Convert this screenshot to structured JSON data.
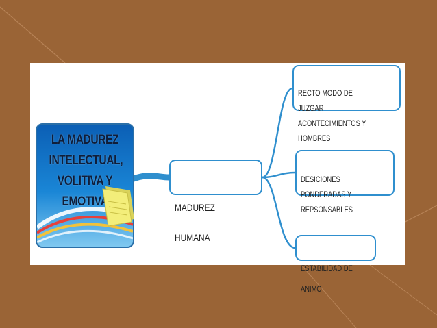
{
  "main_topic": {
    "label": "LA MADUREZ\nINTELECTUAL,\nVOLITIVA Y\nEMOTIVA"
  },
  "central_topic": {
    "label": "MADUREZ HUMANA"
  },
  "subtopics": [
    {
      "label": "RECTO MODO DE JUZGAR\nACONTECIMIENTOS Y HOMBRES"
    },
    {
      "label": "DESICIONES PONDERADAS Y\nREPSONSABLES"
    },
    {
      "label": "ESTABILIDAD DE ANIMO"
    }
  ],
  "icons": {
    "main_topic_attachment": "sticky-note-icon"
  },
  "colors": {
    "background": "#9a6436",
    "panel": "#ffffff",
    "node_border": "#2f8fce",
    "main_topic_fill": "#1a86d6",
    "main_topic_text": "#0f1e3a",
    "note_fill": "#f3ee7a"
  }
}
